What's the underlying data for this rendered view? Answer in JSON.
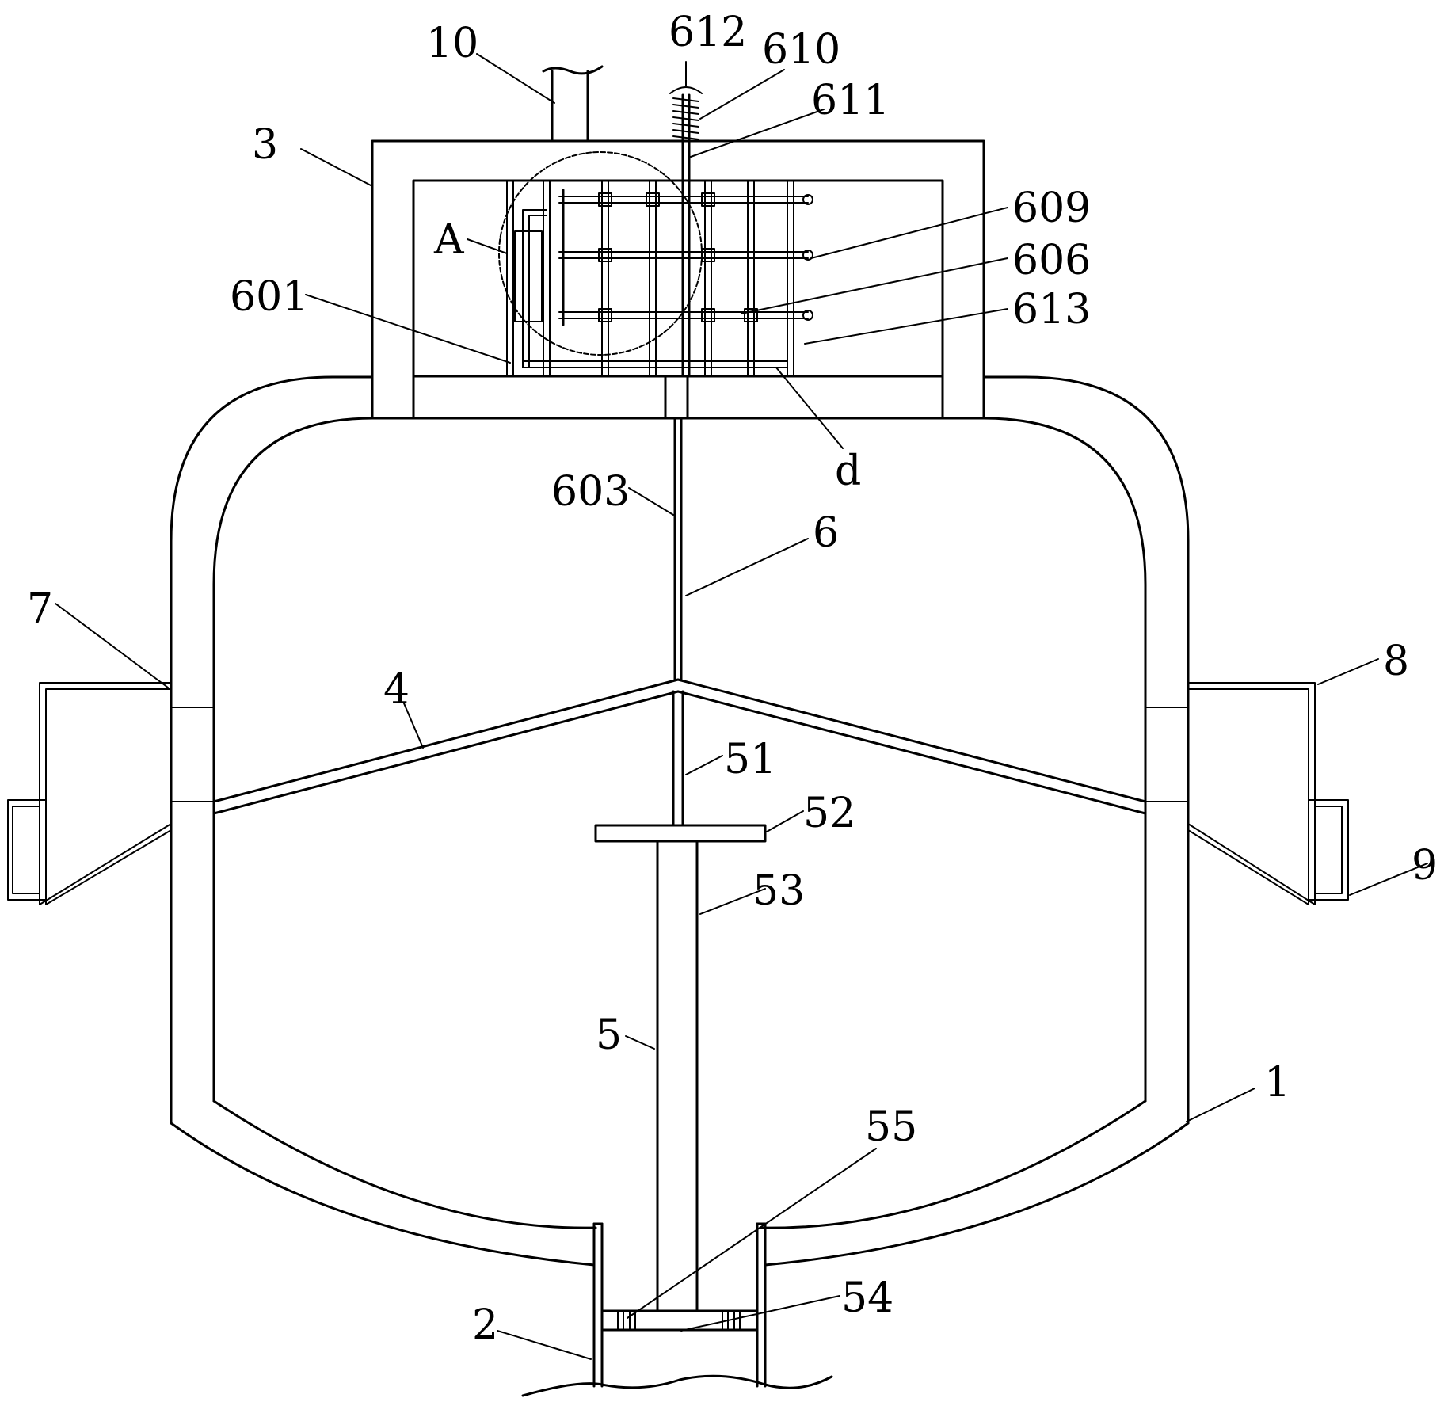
{
  "labels": {
    "l10": "10",
    "l612": "612",
    "l610": "610",
    "l611": "611",
    "l3": "3",
    "lA": "A",
    "l601": "601",
    "l609": "609",
    "l606": "606",
    "l613": "613",
    "ld": "d",
    "l603": "603",
    "l6": "6",
    "l7": "7",
    "l8": "8",
    "l4": "4",
    "l51": "51",
    "l52": "52",
    "l53": "53",
    "l9": "9",
    "l5": "5",
    "l1": "1",
    "l55": "55",
    "l54": "54",
    "l2": "2"
  }
}
